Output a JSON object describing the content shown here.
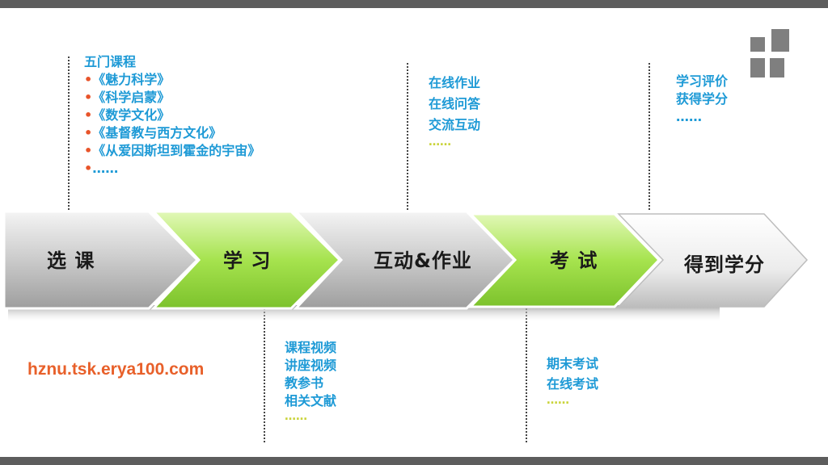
{
  "notes": {
    "select": {
      "title": "五门课程",
      "bullet": "•",
      "items": [
        "《魅力科学》",
        "《科学启蒙》",
        "《数学文化》",
        "《基督教与西方文化》",
        "《从爱因斯坦到霍金的宇宙》",
        "……"
      ]
    },
    "interact": {
      "lines": [
        "在线作业",
        "在线问答",
        "交流互动"
      ],
      "ellipsis": "……"
    },
    "credit": {
      "lines": [
        "学习评价",
        "获得学分"
      ],
      "ellipsis": "……"
    },
    "study": {
      "lines": [
        "课程视频",
        "讲座视频",
        "教参书",
        "相关文献"
      ],
      "ellipsis": "……"
    },
    "exam": {
      "lines": [
        "期末考试",
        "在线考试"
      ],
      "ellipsis": "……"
    }
  },
  "stages": [
    "选  课",
    "学  习",
    "互动&作业",
    "考  试",
    "得到学分"
  ],
  "url": "hznu.tsk.erya100.com",
  "colors": {
    "accent_text": "#1e9ad6",
    "green": "#a6e34e",
    "gray": "#c6c6c6",
    "url": "#e8602a"
  }
}
